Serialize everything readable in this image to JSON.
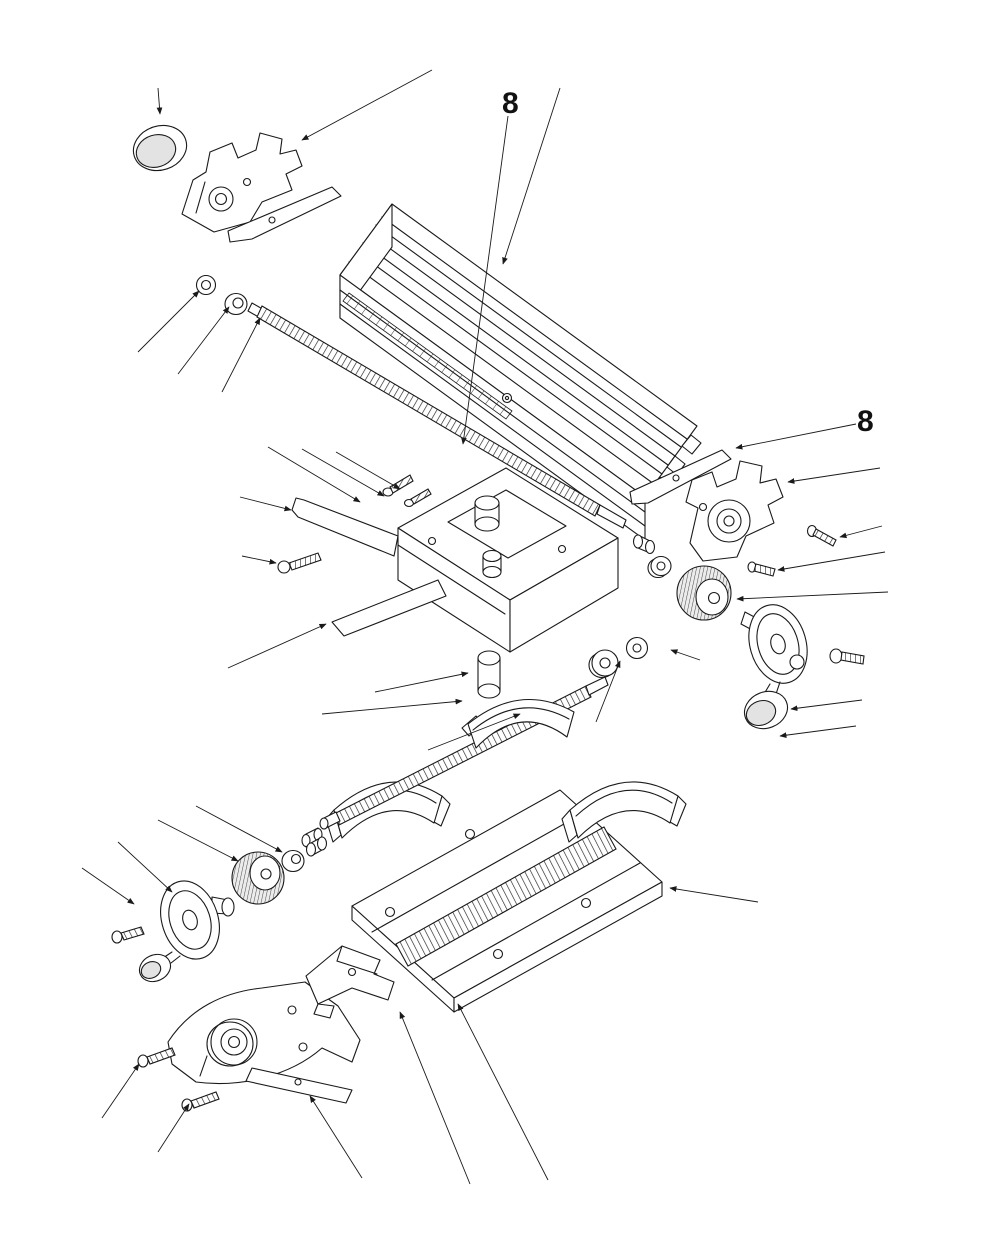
{
  "diagram": {
    "type": "exploded-parts-view",
    "background_color": "#ffffff",
    "ink_color": "#1a1a1a",
    "shade_color": "#e3e3e3",
    "callouts": [
      {
        "label": "8",
        "position": "top-center"
      },
      {
        "label": "8",
        "position": "right-middle"
      }
    ]
  }
}
